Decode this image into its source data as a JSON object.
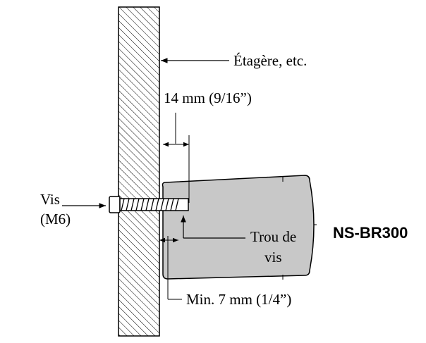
{
  "labels": {
    "shelf": "Étagère, etc.",
    "depth": "14 mm (9/16”)",
    "screw_line1": "Vis",
    "screw_line2": "(M6)",
    "hole_line1": "Trou de",
    "hole_line2": "vis",
    "min_gap": "Min. 7 mm (1/4”)",
    "model": "NS-BR300"
  },
  "icons": {
    "screw": "screw-icon",
    "speaker": "speaker-icon",
    "wall": "wall-icon"
  },
  "colors": {
    "speaker_fill": "#c8c8c8",
    "lines": "#000000",
    "background": "#ffffff"
  }
}
